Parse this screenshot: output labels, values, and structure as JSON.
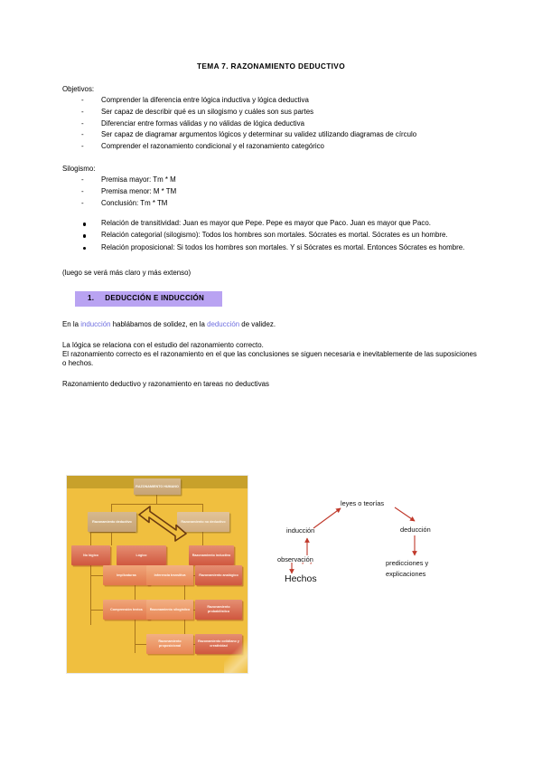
{
  "document": {
    "title": "TEMA 7. RAZONAMIENTO DEDUCTIVO"
  },
  "objectives": {
    "lead": "Objetivos:",
    "items": [
      "Comprender la diferencia entre lógica inductiva y lógica deductiva",
      "Ser capaz de describir qué es un silogismo y cuáles son sus partes",
      "Diferenciar entre formas válidas y no válidas de lógica deductiva",
      "Ser capaz de diagramar argumentos lógicos y determinar su validez utilizando diagramas de círculo",
      "Comprender el razonamiento condicional y el razonamiento categórico"
    ]
  },
  "syllogism": {
    "lead": "Silogismo:",
    "items": [
      "Premisa mayor: Tm * M",
      "Premisa menor: M * TM",
      "Conclusión: Tm * TM"
    ],
    "relations": [
      "Relación de transitividad: Juan es mayor que Pepe. Pepe es mayor que Paco. Juan es mayor que Paco.",
      "Relación categorial (silogismo): Todos los hombres son mortales. Sócrates es mortal. Sócrates es un hombre.",
      "Relación proposicional: Si todos los hombres son mortales. Y si Sócrates es mortal. Entonces Sócrates es hombre."
    ],
    "note": "(luego se verá más claro y más extenso)"
  },
  "section1": {
    "number": "1.",
    "heading": "DEDUCCIÓN E INDUCCIÓN",
    "intro_before": "En la ",
    "intro_accent1": "inducción",
    "intro_mid": " hablábamos de solidez, en la ",
    "intro_accent2": "deducción",
    "intro_after": " de validez.",
    "paragraph_line1": "La lógica se relaciona con el estudio del razonamiento correcto.",
    "paragraph_line2": "El razonamiento correcto es el razonamiento en el que las conclusiones se siguen necesaria e inevitablemente de las suposiciones o hechos.",
    "figure_caption": "Razonamiento deductivo y razonamiento en tareas no deductivas"
  },
  "flowchart": {
    "root": "RAZONAMIENTO HUMANO",
    "level2": [
      "Razonamiento deductivo",
      "Razonamiento no deductivo"
    ],
    "level3": [
      "No lógico",
      "Lógico",
      "Razonamiento inductivo"
    ],
    "col1": [
      "Implicaturas",
      "Comprensión textos"
    ],
    "col2": [
      "Inferencia transitiva",
      "Razonamiento silogístico",
      "Razonamiento proposicional"
    ],
    "col3": [
      "Razonamiento analógico",
      "Razonamiento probabilístico",
      "Razonamiento cotidiano y creatividad"
    ]
  },
  "science_diagram": {
    "laws": "leyes o teorías",
    "induction": "inducción",
    "deduction": "deducción",
    "observation": "observación",
    "facts": "Hechos",
    "predictions_line1": "predicciones y",
    "predictions_line2": "explicaciones",
    "dots": "* *"
  },
  "colors": {
    "heading_bg": "#b9a3f2",
    "accent_text": "#6f6fe0",
    "flow_bg": "#f0bf3f",
    "flow_band": "#c8a12b",
    "arrow_red": "#c0392b"
  }
}
